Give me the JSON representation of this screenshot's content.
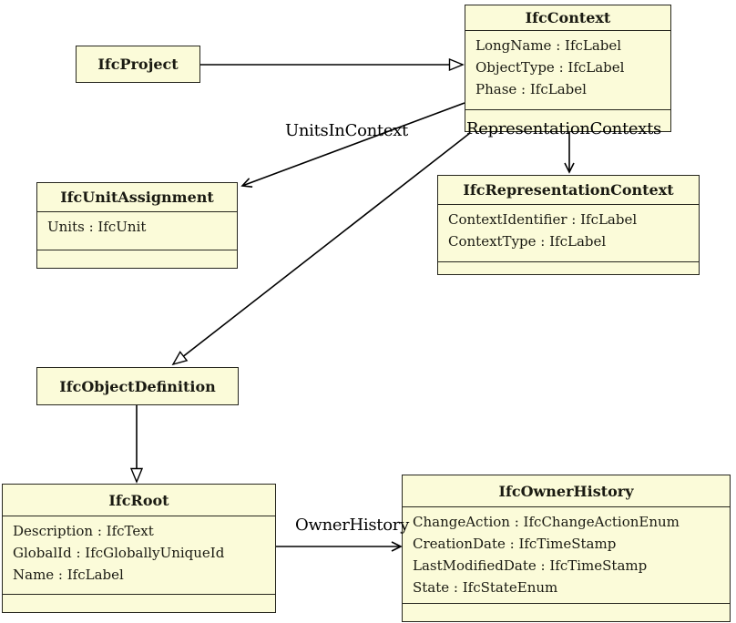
{
  "diagram_type": "uml-class-diagram",
  "colors": {
    "class_fill": "#FBFBD9",
    "class_border": "#26261E",
    "edge_line": "#000000",
    "background": "#FFFFFF"
  },
  "classes": [
    {
      "name": "IfcProject",
      "attributes": []
    },
    {
      "name": "IfcContext",
      "attributes": [
        "LongName : IfcLabel",
        "ObjectType : IfcLabel",
        "Phase : IfcLabel"
      ]
    },
    {
      "name": "IfcUnitAssignment",
      "attributes": [
        "Units : IfcUnit"
      ]
    },
    {
      "name": "IfcRepresentationContext",
      "attributes": [
        "ContextIdentifier : IfcLabel",
        "ContextType : IfcLabel"
      ]
    },
    {
      "name": "IfcObjectDefinition",
      "attributes": []
    },
    {
      "name": "IfcRoot",
      "attributes": [
        "Description : IfcText",
        "GlobalId : IfcGloballyUniqueId",
        "Name : IfcLabel"
      ]
    },
    {
      "name": "IfcOwnerHistory",
      "attributes": [
        "ChangeAction : IfcChangeActionEnum",
        "CreationDate : IfcTimeStamp",
        "LastModifiedDate : IfcTimeStamp",
        "State : IfcStateEnum"
      ]
    }
  ],
  "associations": [
    {
      "label": "UnitsInContext",
      "from": "IfcContext",
      "to": "IfcUnitAssignment"
    },
    {
      "label": "RepresentationContexts",
      "from": "IfcContext",
      "to": "IfcRepresentationContext"
    },
    {
      "label": "OwnerHistory",
      "from": "IfcRoot",
      "to": "IfcOwnerHistory"
    }
  ],
  "generalizations": [
    {
      "from": "IfcProject",
      "to": "IfcContext"
    },
    {
      "from": "IfcContext",
      "to": "IfcObjectDefinition"
    },
    {
      "from": "IfcObjectDefinition",
      "to": "IfcRoot"
    }
  ]
}
